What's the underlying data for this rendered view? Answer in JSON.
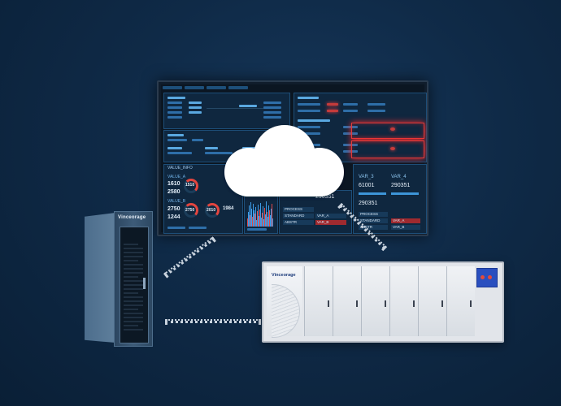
{
  "monitor": {
    "section_header": "VALUE_INFO",
    "gauges": [
      {
        "label": "VALUE_A",
        "a": "1610",
        "b": "2580"
      },
      {
        "label": "VALUE_B",
        "a": "2750",
        "b": "1244"
      }
    ],
    "gauge_values": [
      "1510",
      "2750",
      "2010",
      "1984"
    ],
    "cards": [
      {
        "label": "VAR_3",
        "value": "61001"
      },
      {
        "label": "VAR_4",
        "value": "290351"
      }
    ],
    "mid_values": [
      "290351",
      "290351"
    ],
    "table": {
      "rows": [
        [
          "PROCESS",
          "",
          "PROCESS",
          ""
        ],
        [
          "STANDARD",
          "VAR_A",
          "STANDARD",
          "VAR_A"
        ],
        [
          "ABSTR",
          "VAR_B",
          "ABSTR",
          "VAR_B"
        ]
      ]
    },
    "colors": {
      "alarm": "#e23a3a",
      "accent": "#3d95d8"
    }
  },
  "rack": {
    "logo": "Vinceorage"
  },
  "container": {
    "logo": "Vinceorage",
    "doors": 6
  }
}
